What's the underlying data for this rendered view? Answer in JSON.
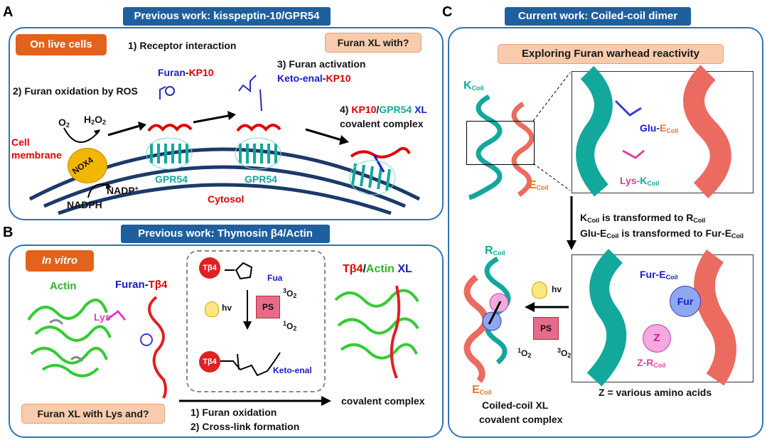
{
  "panel_a": {
    "label": "A",
    "banner": "Previous work: kisspeptin-10/GPR54",
    "live_cells": "On live cells",
    "furan_xl_with": "Furan XL with?",
    "step1": "1) Receptor interaction",
    "step2": "2) Furan oxidation by ROS",
    "step3": "3) Furan activation",
    "step4a": "4)",
    "step4b": "covalent complex",
    "xl": "XL",
    "furan_kp10_a": "Furan",
    "furan_kp10_b": "KP10",
    "ketoenal_a": "Keto-enal",
    "ketoenal_b": "KP10",
    "kp10": "KP10",
    "gpr54": "GPR54",
    "o2": "O",
    "h2o2": "H",
    "nox4": "NOX4",
    "nadph": "NADPH",
    "nadp": "NADP",
    "cell_membrane_1": "Cell",
    "cell_membrane_2": "membrane",
    "gpr54_label1": "GPR54",
    "gpr54_label2": "GPR54",
    "cytosol": "Cytosol"
  },
  "panel_b": {
    "label": "B",
    "banner": "Previous work: Thymosin β4/Actin",
    "in_vitro": "In vitro",
    "actin": "Actin",
    "lys": "Lys",
    "furan_tb4_a": "Furan",
    "furan_tb4_b": "Tβ4",
    "tb4_1": "Tβ4",
    "tb4_2": "Tβ4",
    "fua": "Fua",
    "hv": "hv",
    "ps": "PS",
    "o2_3": "O",
    "o2_1": "O",
    "keto_enal": "Keto-enal",
    "result_a": "Tβ4",
    "result_b": "Actin",
    "result_c": "XL",
    "covalent_complex": "covalent complex",
    "furan_xl_lys": "Furan XL with Lys and?",
    "step1": "1) Furan oxidation",
    "step2": "2) Cross-link formation"
  },
  "panel_c": {
    "label": "C",
    "banner": "Current work: Coiled-coil dimer",
    "exploring": "Exploring Furan warhead reactivity",
    "k": "K",
    "e": "E",
    "r": "R",
    "coil": "Coil",
    "glu": "Glu-",
    "lys": "Lys-",
    "transform1_a": "K",
    "transform1_b": " is transformed to R",
    "transform2_a": "Glu-E",
    "transform2_b": " is transformed to Fur-E",
    "fur_e": "Fur-E",
    "fur": "Fur",
    "z": "Z",
    "z_r": "Z-R",
    "hv": "hv",
    "ps": "PS",
    "o2_1": "O",
    "o2_3": "O",
    "coiled_xl_1": "Coiled-coil XL",
    "coiled_xl_2": "covalent complex",
    "z_various": "Z = various amino acids"
  },
  "colors": {
    "banner": "#1f5f9e",
    "border": "#2e75b6",
    "orange_box": "#e2631b",
    "peach_box": "#f8cbad",
    "teal_helix": "#12a89c",
    "salmon_helix": "#ec6b61",
    "red_text": "#e00000",
    "blue_text": "#1a1acc",
    "membrane": "#1b3a6b",
    "nox4": "#f2b705"
  }
}
